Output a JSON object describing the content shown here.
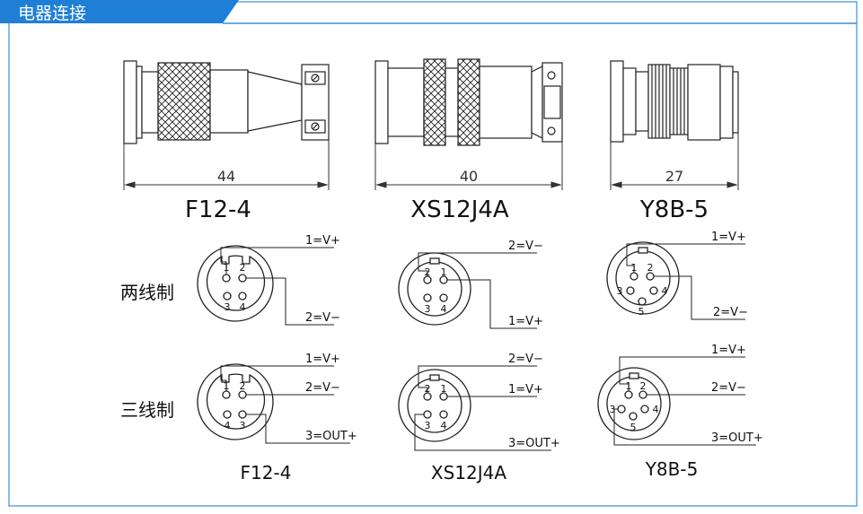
{
  "header": {
    "title": "电器连接"
  },
  "colors": {
    "accent": "#1f7fd6",
    "border": "#3b8ede",
    "line": "#333333"
  },
  "connectors": [
    {
      "name": "F12-4",
      "length": "44",
      "bottom_label": "F12-4"
    },
    {
      "name": "XS12J4A",
      "length": "40",
      "bottom_label": "XS12J4A"
    },
    {
      "name": "Y8B-5",
      "length": "27",
      "bottom_label": "Y8B-5"
    }
  ],
  "rows": [
    {
      "label": "两线制"
    },
    {
      "label": "三线制"
    }
  ],
  "wiring": {
    "two_wire": {
      "f12": {
        "top": "1=V+",
        "bottom": "2=V−",
        "pins": [
          "1",
          "2",
          "3",
          "4"
        ]
      },
      "xs12": {
        "top": "2=V−",
        "bottom": "1=V+",
        "pins": [
          "2",
          "1",
          "3",
          "4"
        ]
      },
      "y8b": {
        "top": "1=V+",
        "bottom": "2=V−",
        "pins": [
          "1",
          "2",
          "3",
          "4",
          "5"
        ]
      }
    },
    "three_wire": {
      "f12": {
        "l1": "1=V+",
        "l2": "2=V−",
        "l3": "3=OUT+",
        "pins": [
          "1",
          "2",
          "4",
          "3"
        ]
      },
      "xs12": {
        "l1": "2=V−",
        "l2": "1=V+",
        "l3": "3=OUT+",
        "pins": [
          "2",
          "1",
          "3",
          "4"
        ]
      },
      "y8b": {
        "l1": "1=V+",
        "l2": "2=V−",
        "l3": "3=OUT+",
        "pins": [
          "1",
          "2",
          "3",
          "4",
          "5"
        ]
      }
    }
  }
}
